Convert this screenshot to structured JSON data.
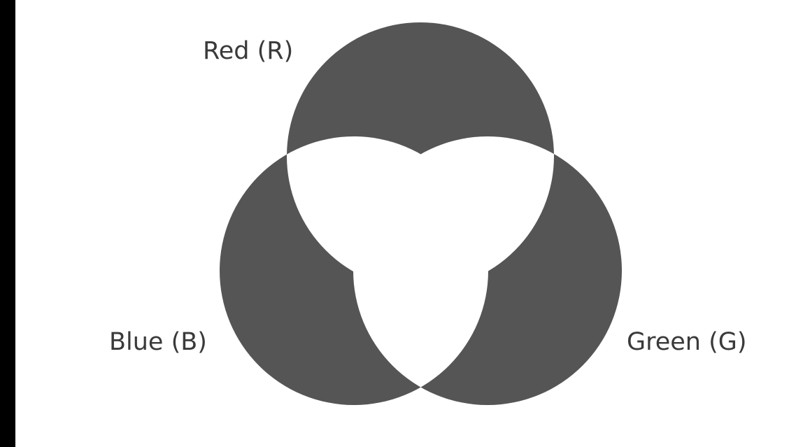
{
  "diagram": {
    "labels": {
      "red": "Red (R)",
      "blue": "Blue (B)",
      "green": "Green (G)"
    },
    "colors": {
      "fill": "#555555",
      "overlap": "#ffffff",
      "label": "#3a3a3a",
      "background": "#ffffff",
      "side_bar": "#000000"
    }
  }
}
